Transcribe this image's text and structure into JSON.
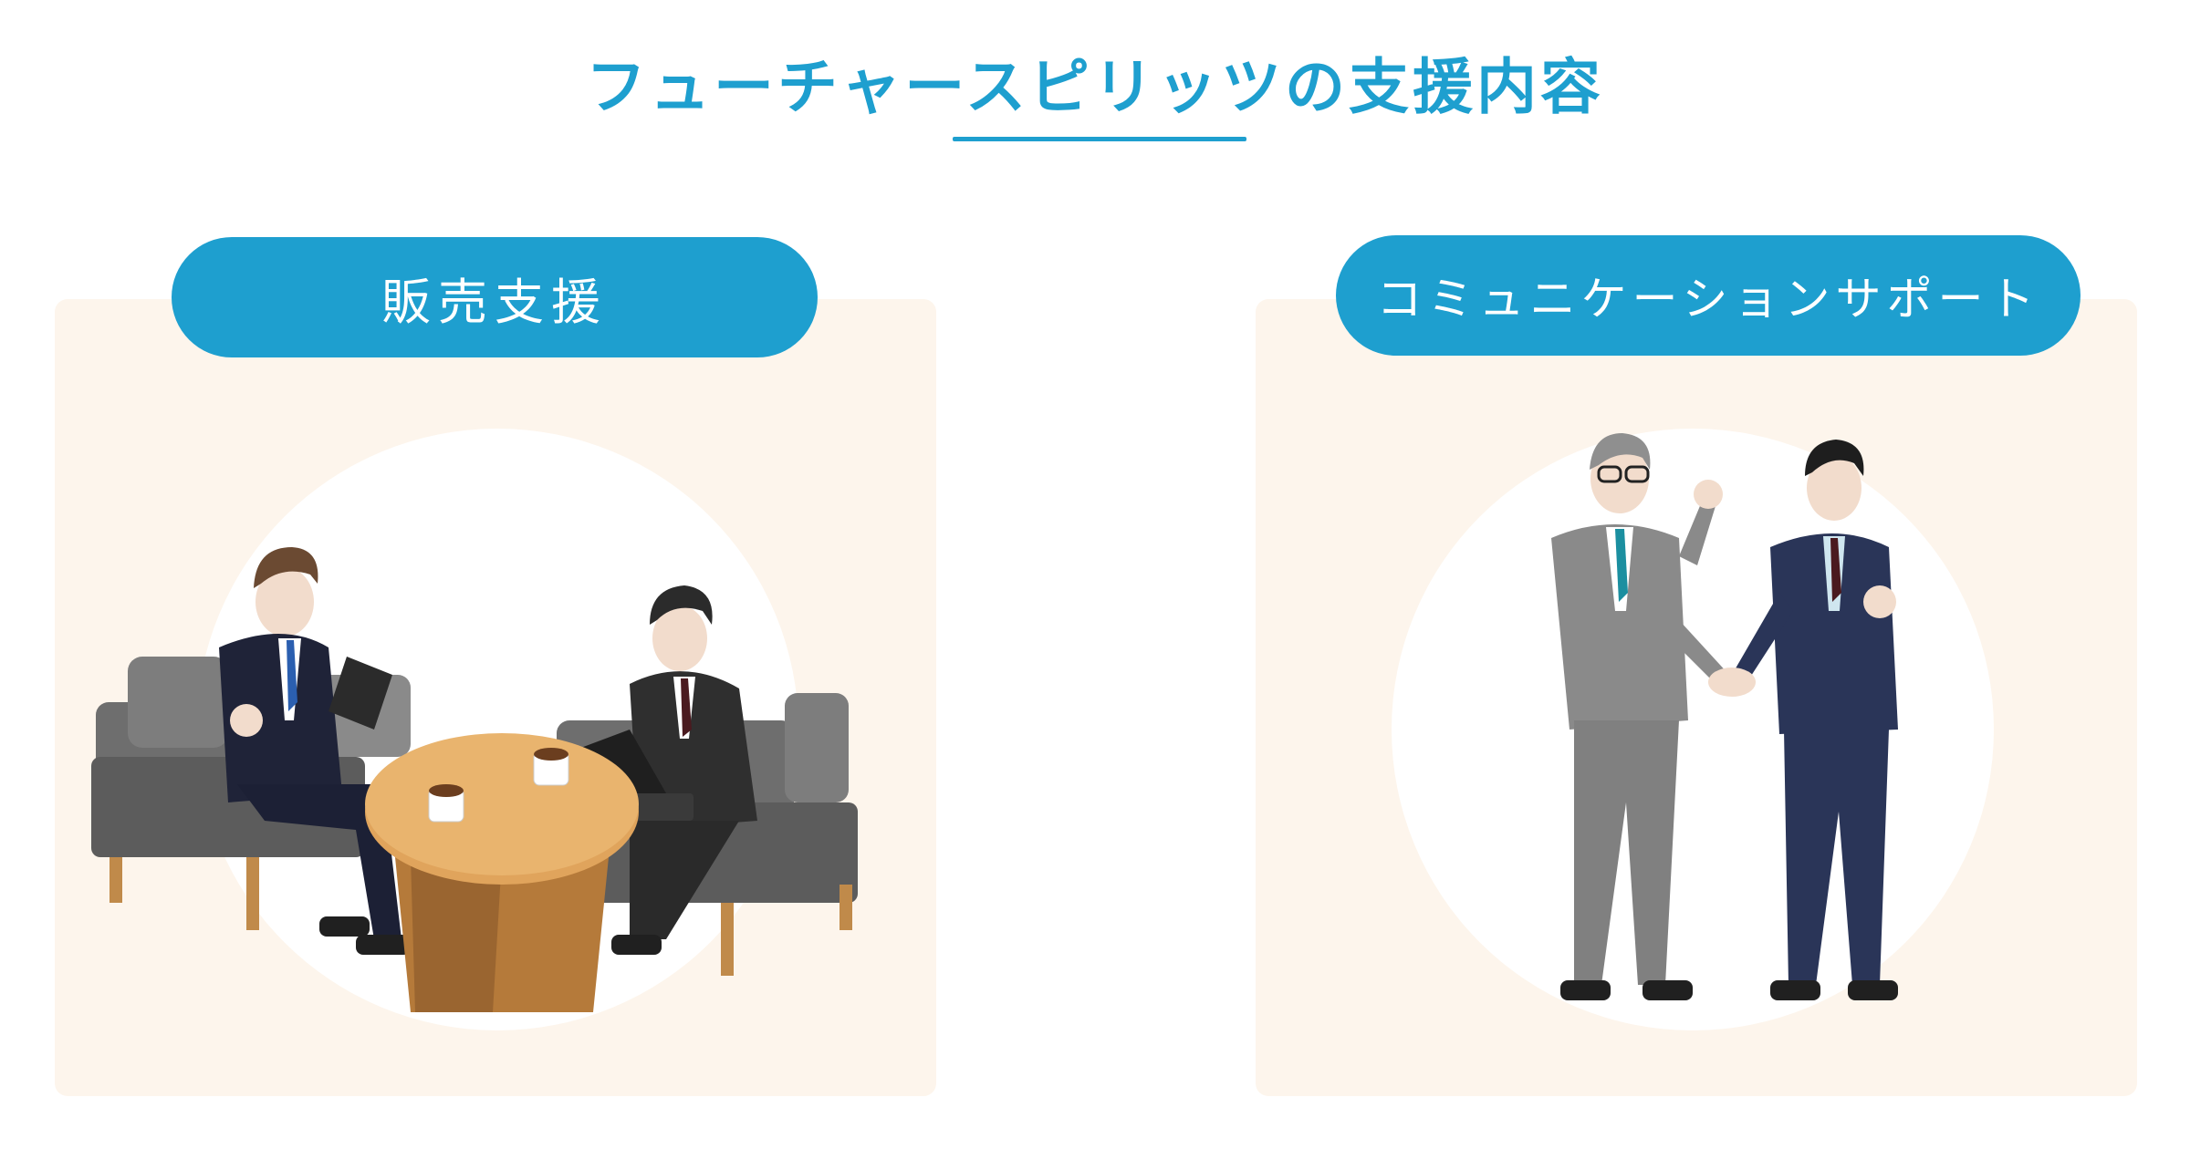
{
  "page": {
    "title": "フューチャースピリッツの支援内容",
    "accent_color": "#1e9fcf",
    "card_background": "#fdf5ec"
  },
  "cards": [
    {
      "label": "販売支援",
      "illustration": "meeting-at-table-illustration"
    },
    {
      "label": "コミュニケーションサポート",
      "illustration": "handshake-illustration"
    }
  ]
}
